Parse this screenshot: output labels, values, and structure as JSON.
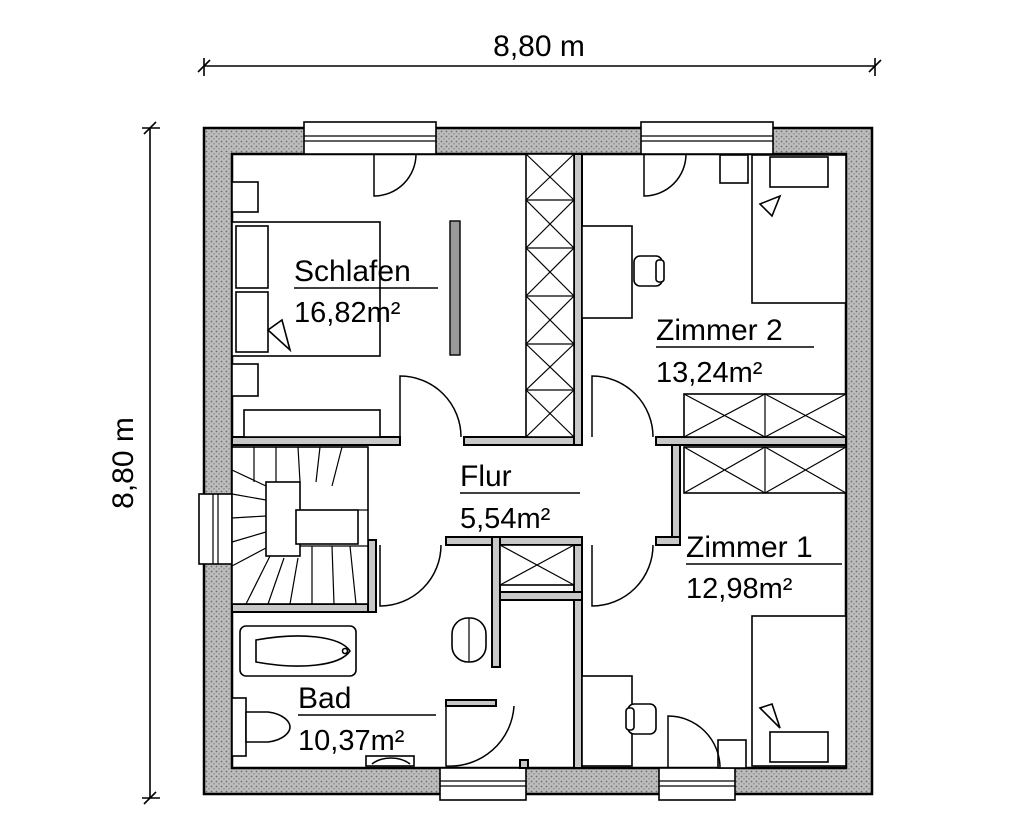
{
  "dimensions": {
    "width_label": "8,80 m",
    "height_label": "8,80 m"
  },
  "rooms": [
    {
      "id": "schlafen",
      "name": "Schlafen",
      "area": "16,82m²"
    },
    {
      "id": "zimmer2",
      "name": "Zimmer 2",
      "area": "13,24m²"
    },
    {
      "id": "flur",
      "name": "Flur",
      "area": "5,54m²"
    },
    {
      "id": "zimmer1",
      "name": "Zimmer 1",
      "area": "12,98m²"
    },
    {
      "id": "bad",
      "name": "Bad",
      "area": "10,37m²"
    }
  ],
  "colors": {
    "wall_fill": "#c8c8c8",
    "wall_hatch": "#8a8a8a",
    "furniture": "#ffffff",
    "line": "#000000"
  }
}
